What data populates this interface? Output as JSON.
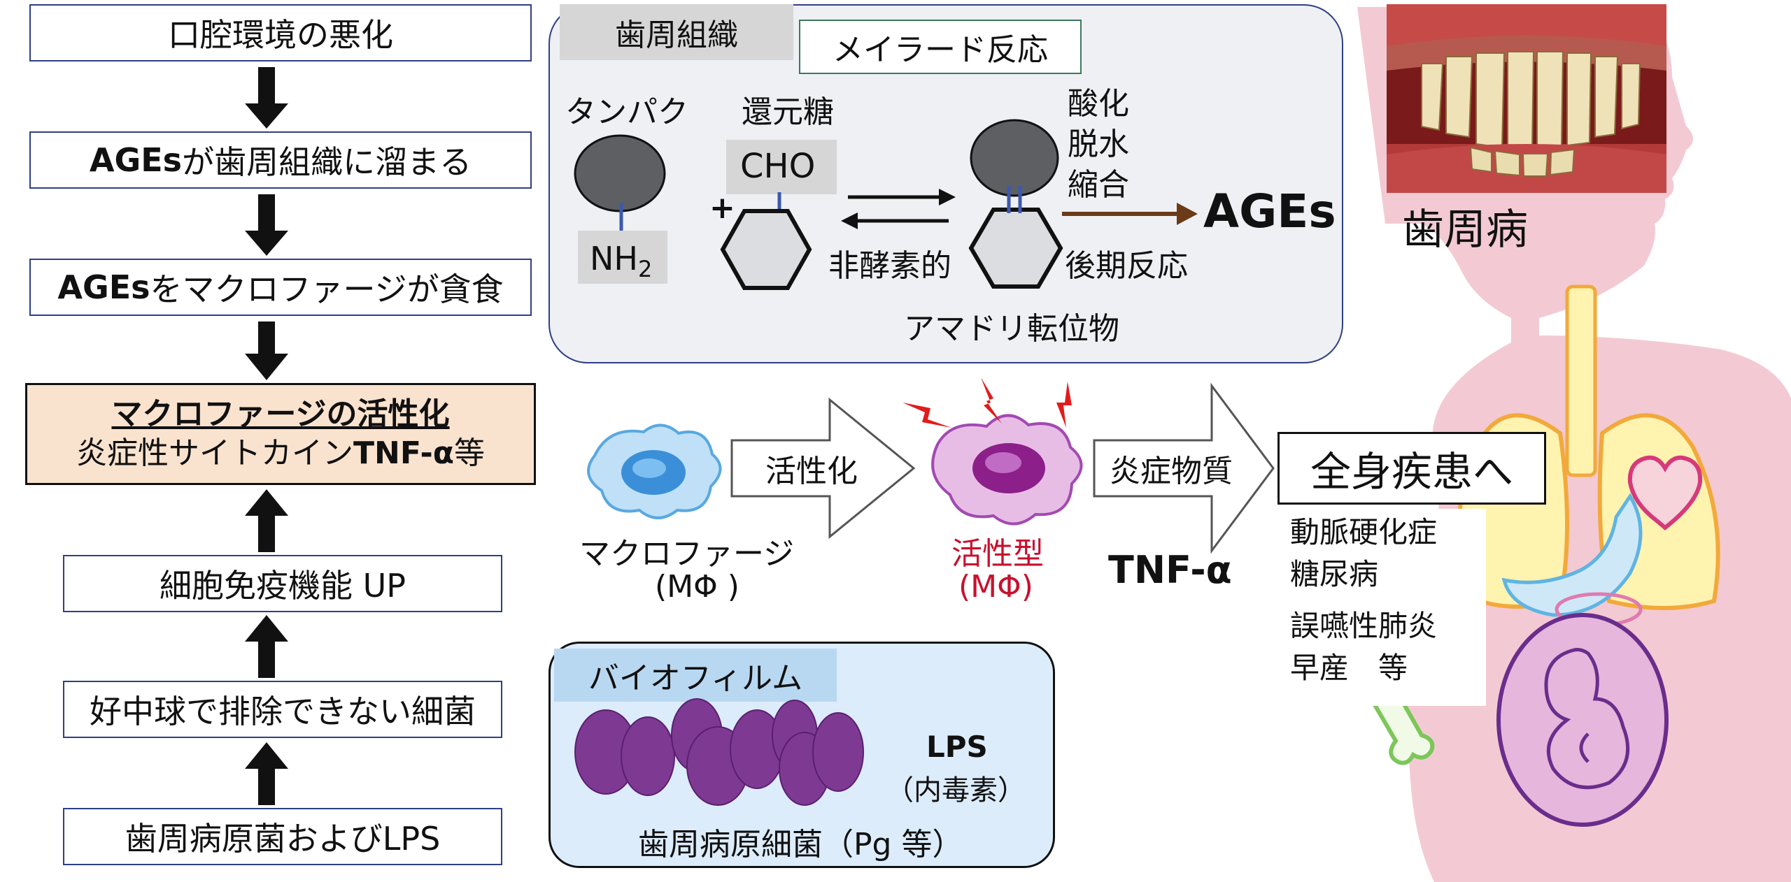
{
  "flow": {
    "step1": "口腔環境の悪化",
    "step2_a": "AGEs",
    "step2_b": "が歯周組織に溜まる",
    "step3_a": "AGEs",
    "step3_b": "をマクロファージが貪食",
    "step4_title": "マクロファージの活性化",
    "step4_sub_a": "炎症性サイトカイン",
    "step4_sub_b": "TNF-α",
    "step4_sub_c": "等",
    "step5": "細胞免疫機能 UP",
    "step6": "好中球で排除できない細菌",
    "step7": "歯周病原菌およびLPS"
  },
  "tissue_panel": {
    "tag": "歯周組織",
    "maillard": "メイラード反応",
    "protein": "タンパク",
    "nh2": "NH",
    "nh2_sub": "2",
    "sugar": "還元糖",
    "cho": "CHO",
    "plus": "+",
    "nonenzymatic": "非酵素的",
    "oxidation": "酸化",
    "dehydration": "脱水",
    "condensation": "縮合",
    "late_reaction": "後期反応",
    "ages": "AGEs",
    "amadori": "アマドリ転位物"
  },
  "activation": {
    "activate": "活性化",
    "macrophage": "マクロファージ",
    "macrophage_abbr": "(MΦ )",
    "active_type": "活性型",
    "active_abbr": "(MΦ)",
    "inflammatory": "炎症物質",
    "tnf": "TNF-α"
  },
  "systemic": {
    "title": "全身疾患へ",
    "diseases": [
      "動脈硬化症",
      "糖尿病",
      "誤嚥性肺炎",
      "早産　等"
    ]
  },
  "photo_caption": "歯周病",
  "biofilm": {
    "tag": "バイオフィルム",
    "lps": "LPS",
    "endotoxin": "（内毒素）",
    "bacteria": "歯周病原細菌（Pg 等）"
  },
  "colors": {
    "box_border": "#2e3f86",
    "highlight_fill": "#f9e3cf",
    "panel_gray": "#eef0f4",
    "biofilm_fill": "#dcecfb",
    "active_red": "#c8102e",
    "body_pink": "#f3cad3",
    "bacteria_purple": "#7e3a92"
  }
}
